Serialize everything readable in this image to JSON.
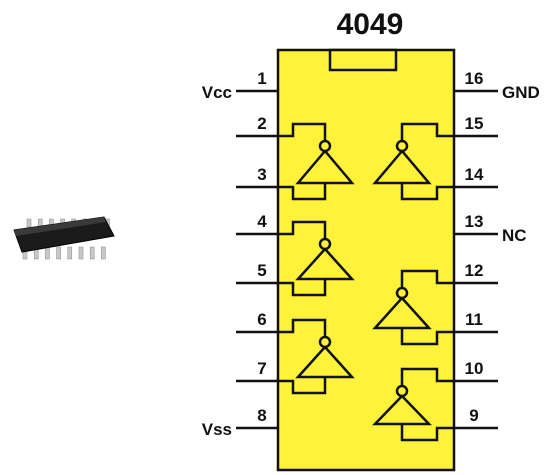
{
  "title": "4049",
  "colors": {
    "body": "#fff23a",
    "ink": "#111111",
    "package": "#1b1b1b",
    "pins": "#c8c8c8"
  },
  "icon": "soic-16-package-icon",
  "pins": [
    {
      "num": "1",
      "side": "left",
      "label": "Vcc"
    },
    {
      "num": "2",
      "side": "left",
      "label": ""
    },
    {
      "num": "3",
      "side": "left",
      "label": ""
    },
    {
      "num": "4",
      "side": "left",
      "label": ""
    },
    {
      "num": "5",
      "side": "left",
      "label": ""
    },
    {
      "num": "6",
      "side": "left",
      "label": ""
    },
    {
      "num": "7",
      "side": "left",
      "label": ""
    },
    {
      "num": "8",
      "side": "left",
      "label": "Vss"
    },
    {
      "num": "9",
      "side": "right",
      "label": ""
    },
    {
      "num": "10",
      "side": "right",
      "label": ""
    },
    {
      "num": "11",
      "side": "right",
      "label": ""
    },
    {
      "num": "12",
      "side": "right",
      "label": ""
    },
    {
      "num": "13",
      "side": "right",
      "label": "NC"
    },
    {
      "num": "14",
      "side": "right",
      "label": ""
    },
    {
      "num": "15",
      "side": "right",
      "label": ""
    },
    {
      "num": "16",
      "side": "right",
      "label": "GND"
    }
  ],
  "gates": [
    {
      "id": "g1",
      "input": "3",
      "output": "2"
    },
    {
      "id": "g2",
      "input": "5",
      "output": "4"
    },
    {
      "id": "g3",
      "input": "7",
      "output": "6"
    },
    {
      "id": "g4",
      "input": "14",
      "output": "15"
    },
    {
      "id": "g5",
      "input": "11",
      "output": "12"
    },
    {
      "id": "g6",
      "input": "9",
      "output": "10"
    }
  ]
}
